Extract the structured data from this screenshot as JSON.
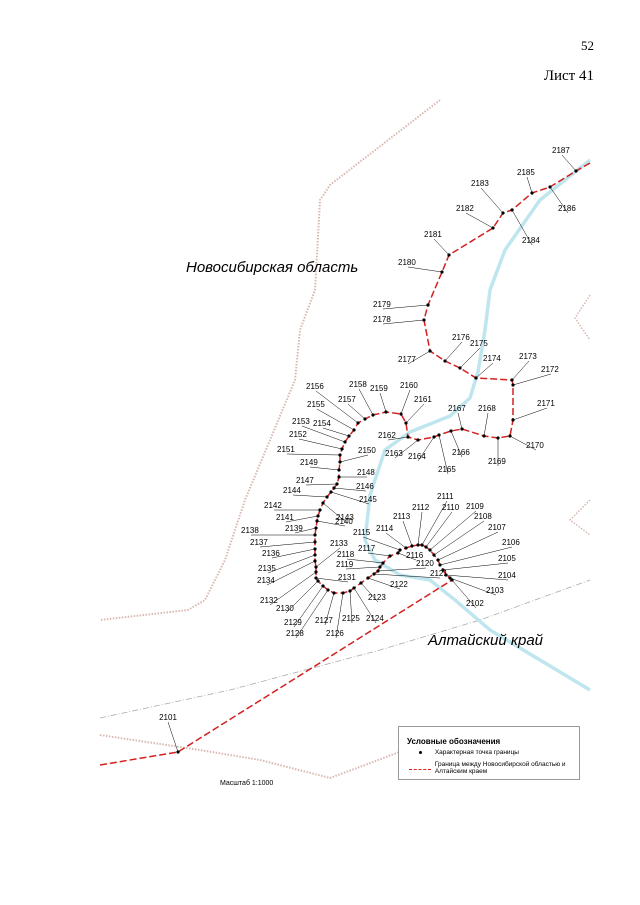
{
  "page": {
    "number": "52",
    "sheet": "Лист 41"
  },
  "regions": {
    "north": "Новосибирская область",
    "south": "Алтайский край"
  },
  "scale_text": "Масштаб 1:1000",
  "legend": {
    "title": "Условные обозначения",
    "point_label": "Характерная точка границы",
    "border_label": "Граница между Новосибирской областью и Алтайским краем"
  },
  "colors": {
    "border": "#d42020",
    "river": "#bfe6ee",
    "district": "#d8b8b0",
    "road": "#aaaaaa"
  },
  "points": [
    "2101",
    "2102",
    "2103",
    "2104",
    "2105",
    "2106",
    "2107",
    "2108",
    "2109",
    "2110",
    "2111",
    "2112",
    "2113",
    "2114",
    "2115",
    "2116",
    "2117",
    "2118",
    "2119",
    "2120",
    "2121",
    "2122",
    "2123",
    "2124",
    "2125",
    "2126",
    "2127",
    "2128",
    "2129",
    "2130",
    "2131",
    "2132",
    "2133",
    "2134",
    "2135",
    "2136",
    "2137",
    "2138",
    "2139",
    "2140",
    "2141",
    "2142",
    "2143",
    "2144",
    "2145",
    "2146",
    "2147",
    "2148",
    "2149",
    "2150",
    "2151",
    "2152",
    "2153",
    "2154",
    "2155",
    "2156",
    "2157",
    "2158",
    "2159",
    "2160",
    "2161",
    "2162",
    "2163",
    "2164",
    "2165",
    "2166",
    "2167",
    "2168",
    "2169",
    "2170",
    "2171",
    "2172",
    "2173",
    "2174",
    "2175",
    "2176",
    "2177",
    "2178",
    "2179",
    "2180",
    "2181",
    "2182",
    "2183",
    "2184",
    "2185",
    "2186",
    "2187"
  ]
}
